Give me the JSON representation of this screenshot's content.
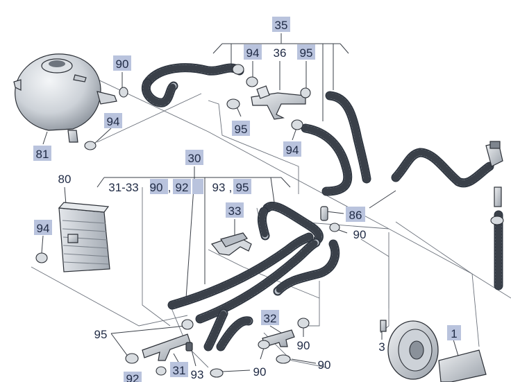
{
  "callouts": [
    {
      "id": "l35",
      "text": "35",
      "boxed": true
    },
    {
      "id": "l94a",
      "text": "94",
      "boxed": true
    },
    {
      "id": "l36",
      "text": "36",
      "boxed": false
    },
    {
      "id": "l95a",
      "text": "95",
      "boxed": true
    },
    {
      "id": "l90a",
      "text": "90",
      "boxed": true
    },
    {
      "id": "l94b",
      "text": "94",
      "boxed": true
    },
    {
      "id": "l95b",
      "text": "95",
      "boxed": true
    },
    {
      "id": "l94c",
      "text": "94",
      "boxed": true
    },
    {
      "id": "l81",
      "text": "81",
      "boxed": true
    },
    {
      "id": "l30",
      "text": "30",
      "boxed": true
    },
    {
      "id": "l3133",
      "text": "31-33",
      "boxed": false
    },
    {
      "id": "l90b",
      "text": "90",
      "boxed": true
    },
    {
      "id": "l92a",
      "text": "92",
      "boxed": true
    },
    {
      "id": "l93a",
      "text": "93",
      "boxed": false
    },
    {
      "id": "l95c",
      "text": "95",
      "boxed": true
    },
    {
      "id": "l80",
      "text": "80",
      "boxed": false
    },
    {
      "id": "l33",
      "text": "33",
      "boxed": true
    },
    {
      "id": "l86",
      "text": "86",
      "boxed": true
    },
    {
      "id": "l90c",
      "text": "90",
      "boxed": false
    },
    {
      "id": "l94d",
      "text": "94",
      "boxed": true
    },
    {
      "id": "l95d",
      "text": "95",
      "boxed": false
    },
    {
      "id": "l32",
      "text": "32",
      "boxed": true
    },
    {
      "id": "l90d",
      "text": "90",
      "boxed": false
    },
    {
      "id": "l3",
      "text": "3",
      "boxed": false
    },
    {
      "id": "l1",
      "text": "1",
      "boxed": true
    },
    {
      "id": "l31",
      "text": "31",
      "boxed": true
    },
    {
      "id": "l93b",
      "text": "93",
      "boxed": false
    },
    {
      "id": "l90e",
      "text": "90",
      "boxed": false
    },
    {
      "id": "l90f",
      "text": "90",
      "boxed": false
    },
    {
      "id": "l92b",
      "text": "92",
      "boxed": true
    }
  ],
  "colors": {
    "background": "#ffffff",
    "label_box": "#b9c3dd",
    "label_text": "#1f2a44",
    "hose": "#2f3640",
    "metal": "#c9cdd3"
  }
}
